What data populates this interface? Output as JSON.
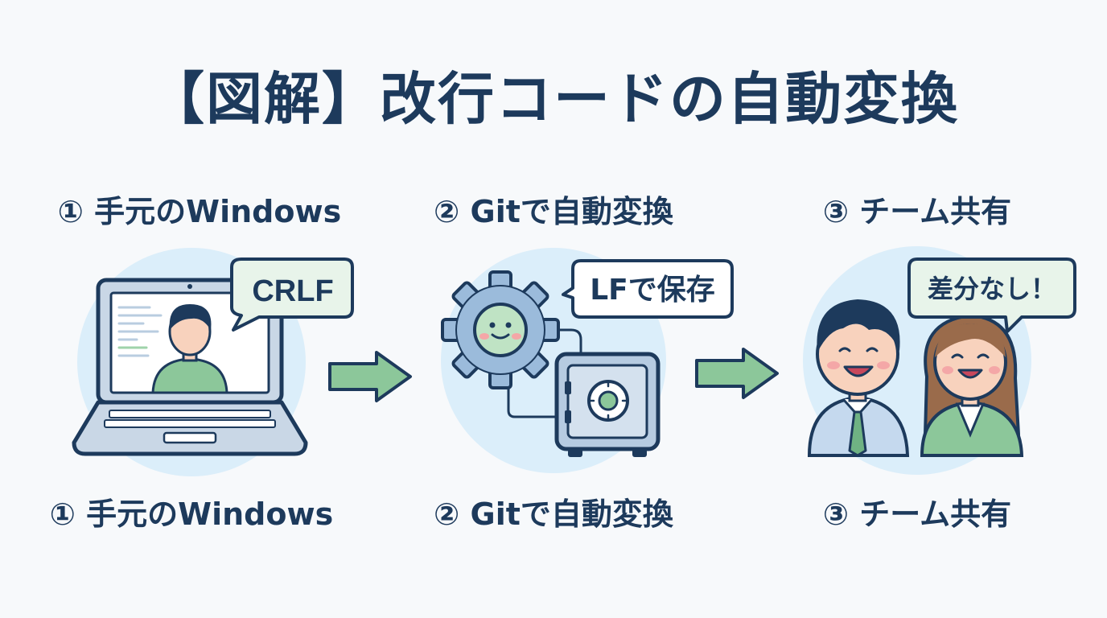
{
  "title": "【図解】改行コードの自動変換",
  "steps": [
    {
      "label": "① 手元のWindows",
      "bubble": "CRLF",
      "caption": "① 手元のWindows"
    },
    {
      "label": "② Gitで自動変換",
      "bubble": "LFで保存",
      "caption": "② Gitで自動変換"
    },
    {
      "label": "③ チーム共有",
      "bubble": "差分なし！",
      "caption": "③ チーム共有"
    }
  ],
  "colors": {
    "navy": "#1d3a5c",
    "green": "#8cc79a",
    "circle": "#dbeefa",
    "bubble": "#e8f4ea"
  }
}
